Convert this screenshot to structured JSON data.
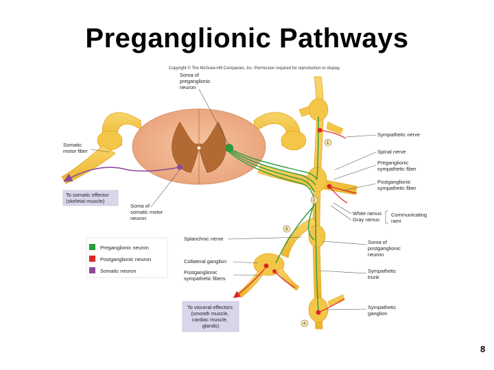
{
  "title": "Preganglionic Pathways",
  "copyright": "Copyright © The McGraw-Hill Companies, Inc. Permission required for reproduction or display.",
  "page_number": "8",
  "labels": {
    "soma_pre": [
      "Soma of",
      "preganglionic",
      "neuron"
    ],
    "somatic_motor_fiber": [
      "Somatic",
      "motor fiber"
    ],
    "soma_somatic": [
      "Soma of",
      "somatic motor",
      "neuron"
    ],
    "sympathetic_nerve": "Sympathetic nerve",
    "spinal_nerve": "Spinal nerve",
    "pre_fiber": [
      "Preganglionic",
      "sympathetic fiber"
    ],
    "post_fiber": [
      "Postganglionic",
      "sympathetic fiber"
    ],
    "white_ramus": "White ramus",
    "gray_ramus": "Gray ramus",
    "communicating_rami": [
      "Communicating",
      "rami"
    ],
    "splanchnic_nerve": "Splanchnic nerve",
    "soma_post": [
      "Soma of",
      "postganglionic",
      "neuron"
    ],
    "collateral_ganglion": "Collateral ganglion",
    "post_fibers": [
      "Postganglionic",
      "sympathetic fibers"
    ],
    "sympathetic_trunk": [
      "Sympathetic",
      "trunk"
    ],
    "sympathetic_ganglion": [
      "Sympathetic",
      "ganglion"
    ]
  },
  "boxes": {
    "somatic_effector": [
      "To somatic effector",
      "(skeletal muscle)"
    ],
    "visceral_effectors": [
      "To visceral effectors",
      "(smooth muscle,",
      "cardiac muscle,",
      "glands)"
    ]
  },
  "legend": [
    {
      "label": "Preganglionic neuron",
      "color": "#2a9a3c"
    },
    {
      "label": "Postganglionic neuron",
      "color": "#d8282a"
    },
    {
      "label": "Somatic neuron",
      "color": "#8a4a9c"
    }
  ],
  "step_markers": [
    "1",
    "2",
    "3",
    "4"
  ],
  "colors": {
    "nerve": "#f2c13a",
    "nerve_edge": "#e2a622",
    "cord_gray": "#a9622c",
    "cord_white": "#f0b48c",
    "pre": "#2a9a3c",
    "post": "#d8282a",
    "somatic": "#8a4a9c",
    "box_fill": "#d9d6ea"
  }
}
